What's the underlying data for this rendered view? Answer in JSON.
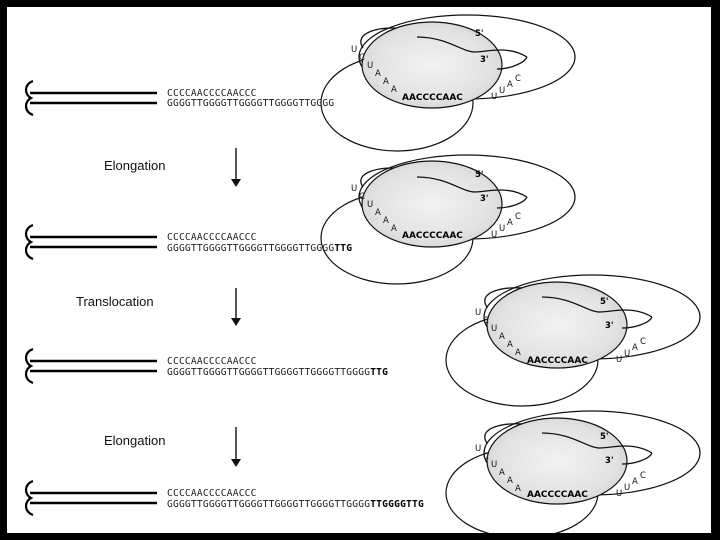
{
  "steps": [
    "Elongation",
    "Translocation",
    "Elongation"
  ],
  "panels": [
    {
      "top": "CCCCAACCCCAACCC",
      "bottom": "GGGGTTGGGGTTGGGGTTGGGGTTGGGG",
      "bottom_bold": "",
      "template_left": "UCUAAA",
      "template_bold": "AACCCCAAC",
      "template_right": "UUAC",
      "five_prime": "5'",
      "three_prime": "3'"
    },
    {
      "top": "CCCCAACCCCAACCC",
      "bottom": "GGGGTTGGGGTTGGGGTTGGGGTTGGGG",
      "bottom_bold": "TTG",
      "template_left": "UCUAAA",
      "template_bold": "AACCCCAAC",
      "template_right": "UUAC",
      "five_prime": "5'",
      "three_prime": "3'"
    },
    {
      "top": "CCCCAACCCCAACCC",
      "bottom": "GGGGTTGGGGTTGGGGTTGGGGTTGGGGTTGGGG",
      "bottom_bold": "TTG",
      "template_left": "UCUAAA",
      "template_bold": "AACCCCAAC",
      "template_right": "UUAC",
      "five_prime": "5'",
      "three_prime": "3'"
    },
    {
      "top": "CCCCAACCCCAACCC",
      "bottom": "GGGGTTGGGGTTGGGGTTGGGGTTGGGGTTGGGG",
      "bottom_bold": "TTGGGGTTG",
      "template_left": "UCUAAA",
      "template_bold": "AACCCCAAC",
      "template_right": "UUAC",
      "five_prime": "5'",
      "three_prime": "3'"
    }
  ]
}
